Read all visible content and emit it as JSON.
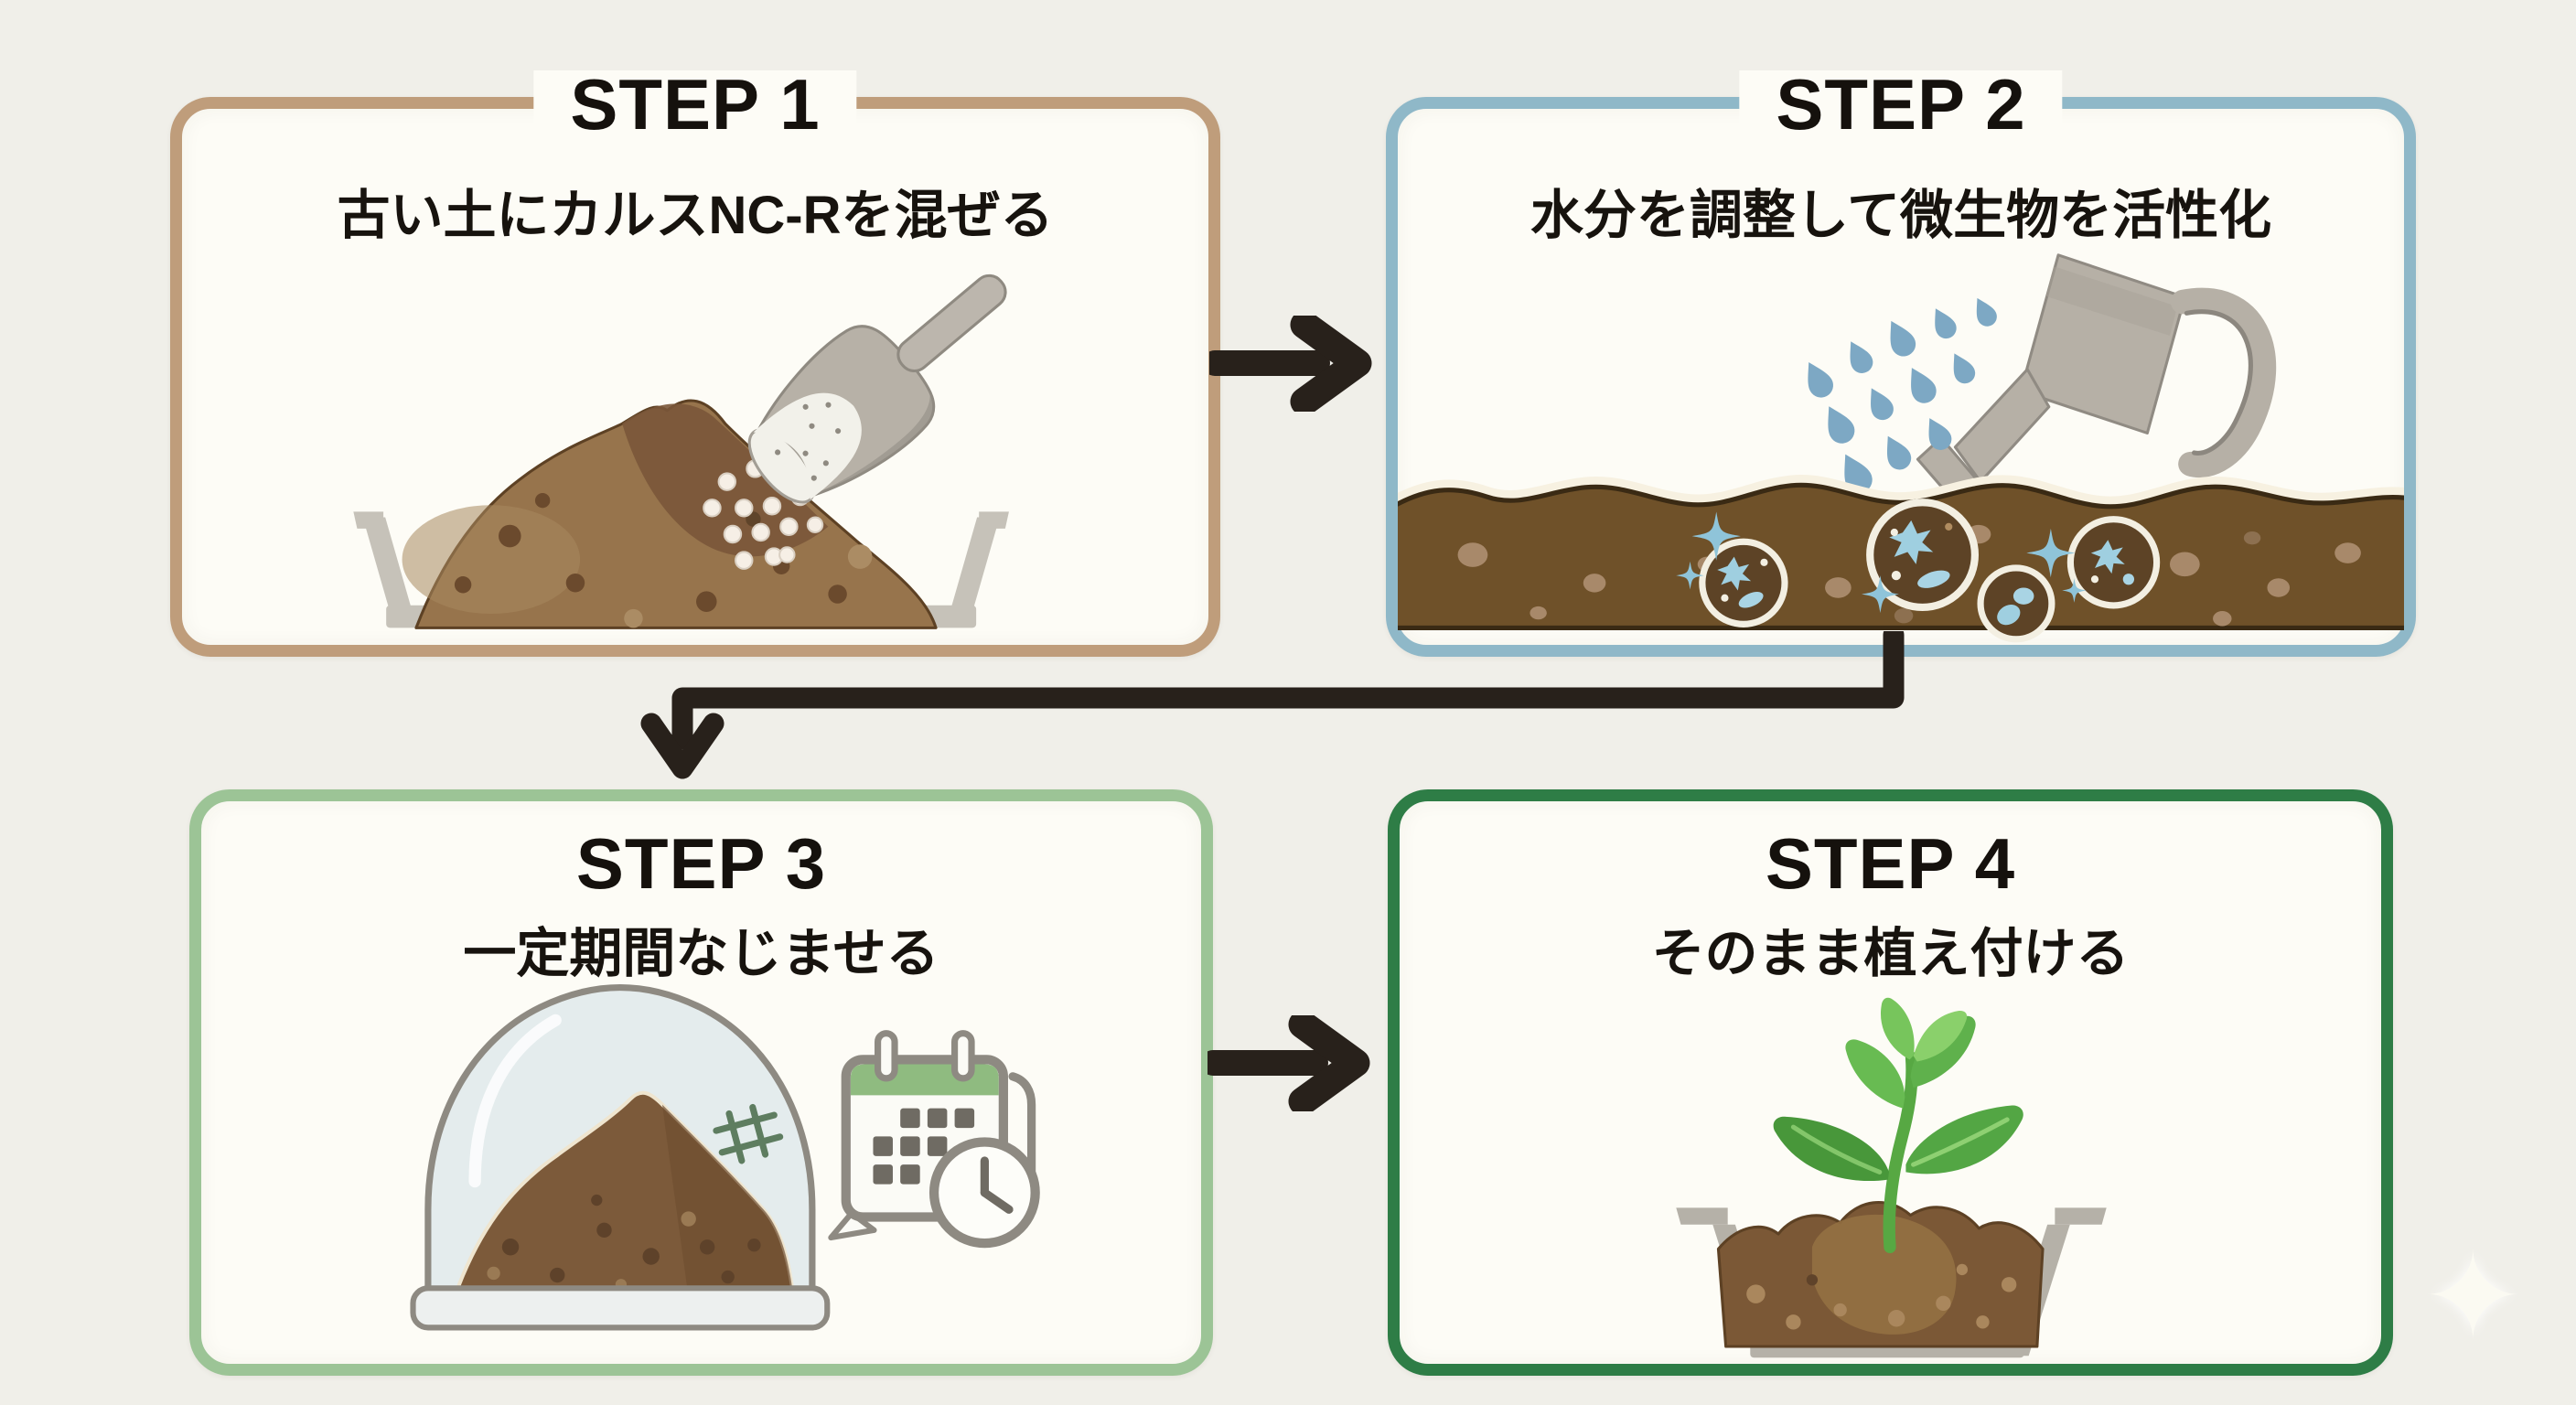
{
  "page": {
    "bg_color": "#f0efe9",
    "box_fill": "#fdfcf6",
    "sparkle_icon": "✦"
  },
  "arrows": {
    "color": "#28211b",
    "step1_to_step2": "right-arrow",
    "step2_to_step3": "elbow-down-arrow",
    "step3_to_step4": "right-arrow"
  },
  "steps": [
    {
      "step_label": "STEP 1",
      "description": "古い土にカルスNC-Rを混ぜる",
      "border_color": "#bf9d7b",
      "icon": "scoop-pouring-amendment-on-soil-mound-icon"
    },
    {
      "step_label": "STEP 2",
      "description": "水分を調整して微生物を活性化",
      "border_color": "#8fb8c8",
      "icon": "watering-can-over-soil-with-microbes-icon"
    },
    {
      "step_label": "STEP 3",
      "description": "一定期間なじませる",
      "border_color": "#9cc496",
      "icon": "dome-covered-soil-with-calendar-clock-icon"
    },
    {
      "step_label": "STEP 4",
      "description": "そのまま植え付ける",
      "border_color": "#2e7d46",
      "icon": "seedling-planted-in-pot-icon"
    }
  ]
}
